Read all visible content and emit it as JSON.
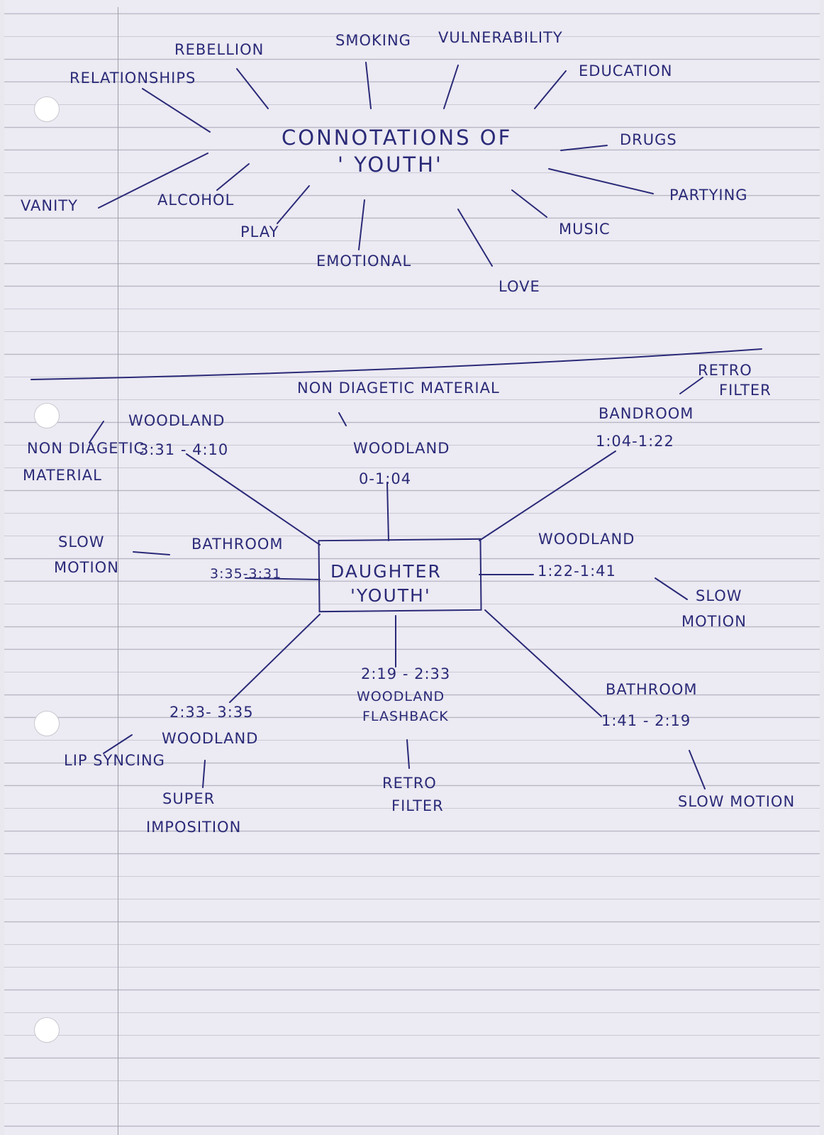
{
  "top_map": {
    "center": [
      "CONNOTATIONS OF",
      "' YOUTH'"
    ],
    "branches": {
      "rebellion": "REBELLION",
      "smoking": "SMOKING",
      "vulnerability": "VULNERABILITY",
      "relationships": "RELATIONSHIPS",
      "education": "EDUCATION",
      "drugs": "DRUGS",
      "partying": "PARTYING",
      "vanity": "VANITY",
      "alcohol": "ALCOHOL",
      "play": "PLAY",
      "emotional": "EMOTIONAL",
      "music": "MUSIC",
      "love": "LOVE"
    }
  },
  "bottom_map": {
    "center": [
      "DAUGHTER",
      "'YOUTH'"
    ],
    "scenes": {
      "top_left": [
        "WOODLAND",
        "3:31 - 4:10"
      ],
      "top": [
        "WOODLAND",
        "0-1:04"
      ],
      "top_right": [
        "BANDROOM",
        "1:04-1:22"
      ],
      "left": [
        "BATHROOM",
        "3:35-3:31"
      ],
      "right": [
        "WOODLAND",
        "1:22-1:41"
      ],
      "bottom_left": [
        "2:33- 3:35",
        "WOODLAND"
      ],
      "bottom": [
        "2:19 - 2:33",
        "WOODLAND",
        "FLASHBACK"
      ],
      "bottom_right": [
        "BATHROOM",
        "1:41 - 2:19"
      ]
    },
    "notes": {
      "non_diagetic_top": "NON DIAGETIC MATERIAL",
      "non_diagetic_left": [
        "NON DIAGETIC",
        "MATERIAL"
      ],
      "retro_filter_top": [
        "RETRO",
        "FILTER"
      ],
      "slow_motion_left": [
        "SLOW",
        "MOTION"
      ],
      "slow_motion_right": [
        "SLOW",
        "MOTION"
      ],
      "slow_motion_bottom": "SLOW MOTION",
      "lip_syncing": "LIP SYNCING",
      "super_imposition": [
        "SUPER",
        "IMPOSITION"
      ],
      "retro_filter_bottom": [
        "RETRO",
        "FILTER"
      ]
    }
  }
}
